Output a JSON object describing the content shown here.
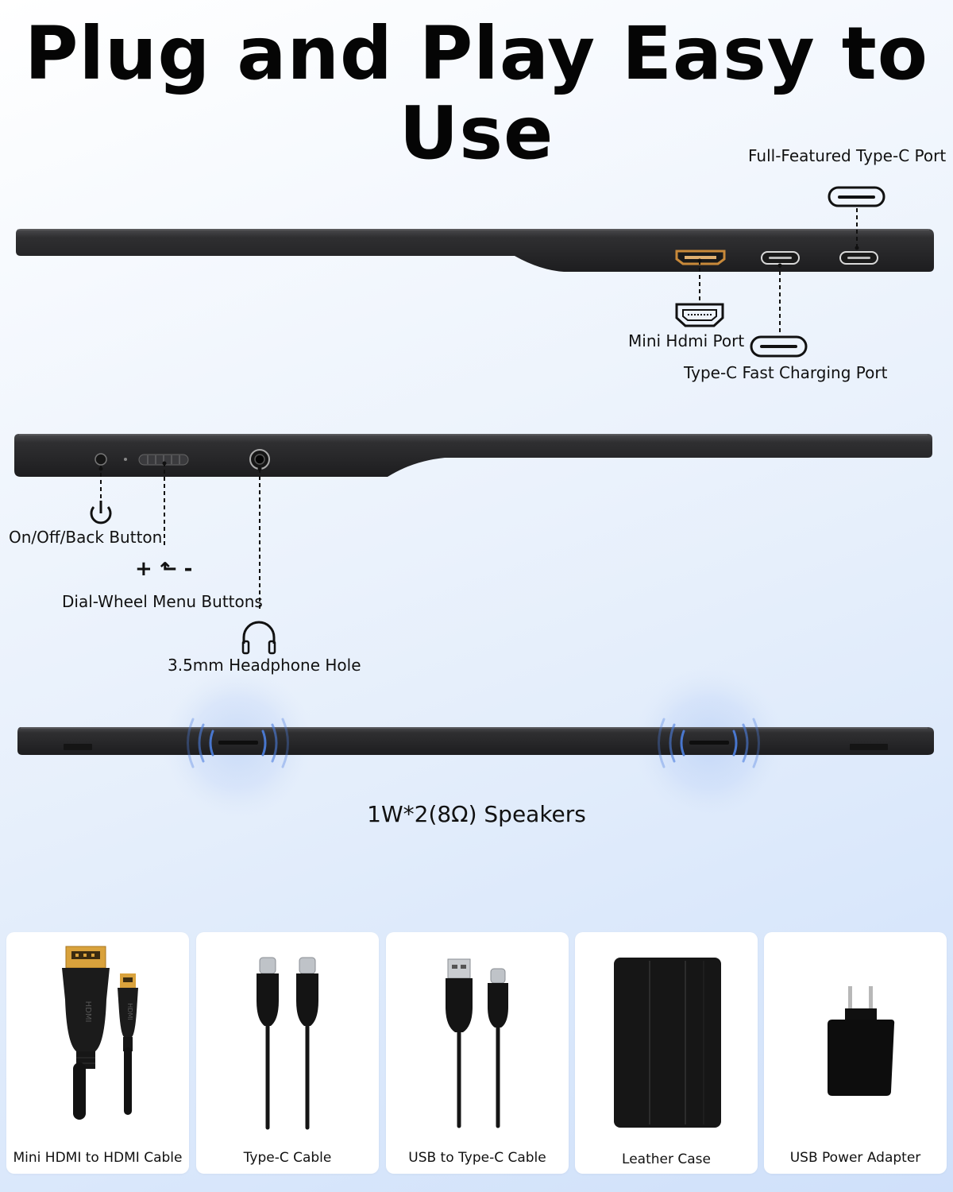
{
  "title": "Plug and Play Easy to Use",
  "ports_top": {
    "full_featured": "Full-Featured Type-C Port",
    "mini_hdmi": "Mini Hdmi Port",
    "fast_charging": "Type-C Fast Charging Port"
  },
  "controls_side": {
    "power": "On/Off/Back Button",
    "dial_symbols": "+ ⬑ -",
    "dial": "Dial-Wheel Menu Buttons",
    "headphone": "3.5mm Headphone Hole"
  },
  "speakers": "1W*2(8Ω) Speakers",
  "accessories": [
    {
      "label": "Mini HDMI to HDMI Cable"
    },
    {
      "label": "Type-C Cable"
    },
    {
      "label": "USB to Type-C Cable"
    },
    {
      "label": "Leather Case"
    },
    {
      "label": "USB Power Adapter"
    }
  ],
  "colors": {
    "bar": "#2d2d2f",
    "hdmi_accent": "#c8893a",
    "wave": "#4d7fe0"
  }
}
